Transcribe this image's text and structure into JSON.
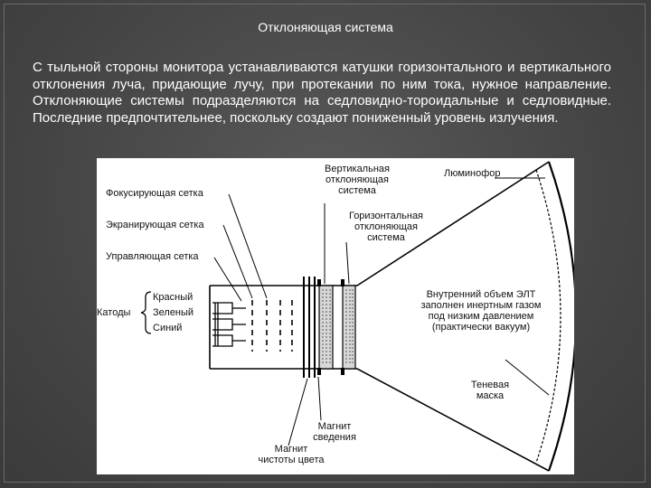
{
  "slide": {
    "title": "Отклоняющая система",
    "paragraph": "С тыльной стороны монитора устанавливаются катушки горизонтального и вертикального отклонения луча, придающие лучу, при протекании по ним тока, нужное направление. Отклоняющие системы подразделяются на седловидно-тороидальные и седловидные. Последние предпочтительнее, поскольку создают пониженный уровень излучения."
  },
  "diagram": {
    "labels": {
      "vertical_system_1": "Вертикальная",
      "vertical_system_2": "отклоняющая",
      "vertical_system_3": "система",
      "phosphor": "Люминофор",
      "focusing_grid": "Фокусирующая сетка",
      "screening_grid": "Экранирующая сетка",
      "horizontal_system_1": "Горизонтальная",
      "horizontal_system_2": "отклоняющая",
      "horizontal_system_3": "система",
      "control_grid": "Управляющая сетка",
      "cathodes": "Катоды",
      "red": "Красный",
      "green": "Зеленый",
      "blue": "Синий",
      "inner_volume_1": "Внутренний объем ЭЛТ",
      "inner_volume_2": "заполнен инертным газом",
      "inner_volume_3": "под низким давлением",
      "inner_volume_4": "(практически вакуум)",
      "shadow_mask_1": "Теневая",
      "shadow_mask_2": "маска",
      "convergence_magnet_1": "Магнит",
      "convergence_magnet_2": "сведения",
      "purity_magnet_1": "Магнит",
      "purity_magnet_2": "чистоты цвета"
    }
  }
}
